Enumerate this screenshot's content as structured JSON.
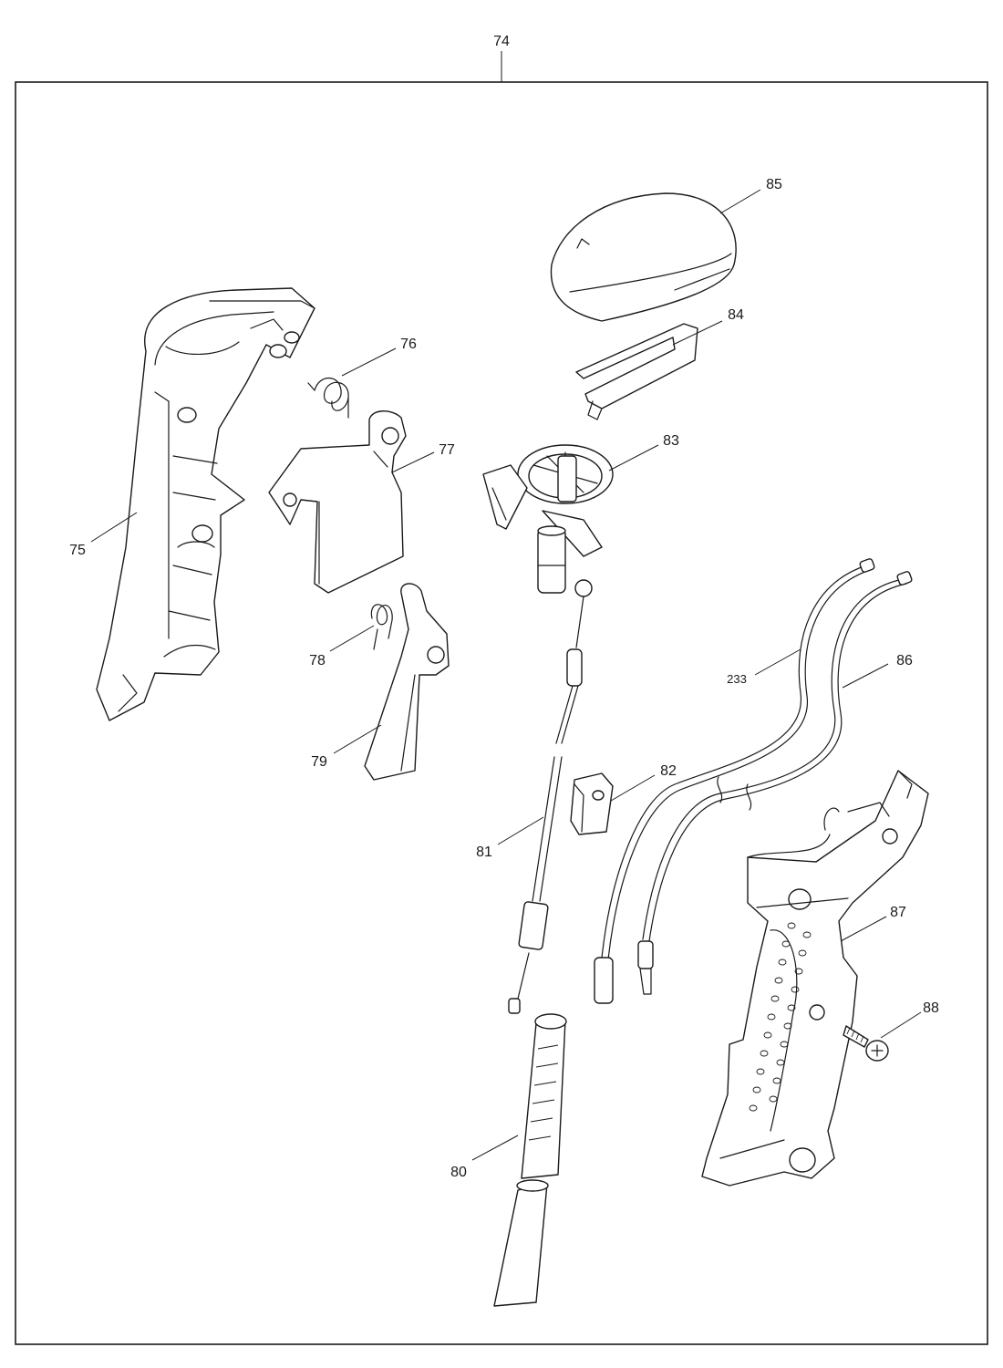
{
  "diagram": {
    "assembly_label": "74",
    "callouts": {
      "c75": "75",
      "c76": "76",
      "c77": "77",
      "c78": "78",
      "c79": "79",
      "c80": "80",
      "c81": "81",
      "c82": "82",
      "c83": "83",
      "c84": "84",
      "c85": "85",
      "c86": "86",
      "c87": "87",
      "c88": "88",
      "c233": "233"
    }
  }
}
